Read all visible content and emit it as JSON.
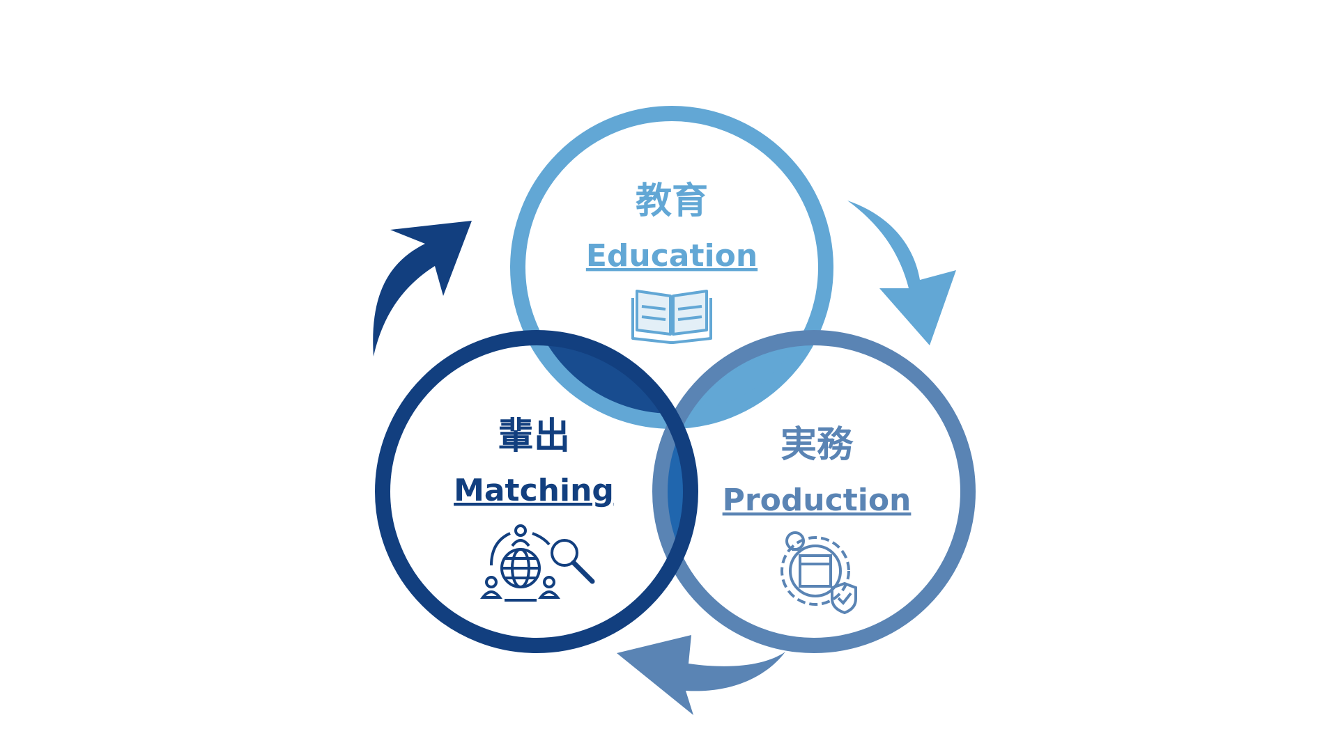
{
  "colors": {
    "education": "#62a7d5",
    "matching": "#123f7f",
    "production": "#5a84b4",
    "overlap_top_left": "#184c8f",
    "overlap_top_right": "#62a7d5",
    "overlap_center": "#2066ae",
    "arrow_left": "#123f7f",
    "arrow_right": "#62a7d5",
    "arrow_bottom": "#5a84b4"
  },
  "nodes": {
    "education": {
      "jp": "教育",
      "en": "Education",
      "icon": "open-book-icon"
    },
    "matching": {
      "jp": "輩出",
      "en": "Matching",
      "icon": "global-network-search-icon"
    },
    "production": {
      "jp": "実務",
      "en": "Production",
      "icon": "gear-product-shield-icon"
    }
  }
}
